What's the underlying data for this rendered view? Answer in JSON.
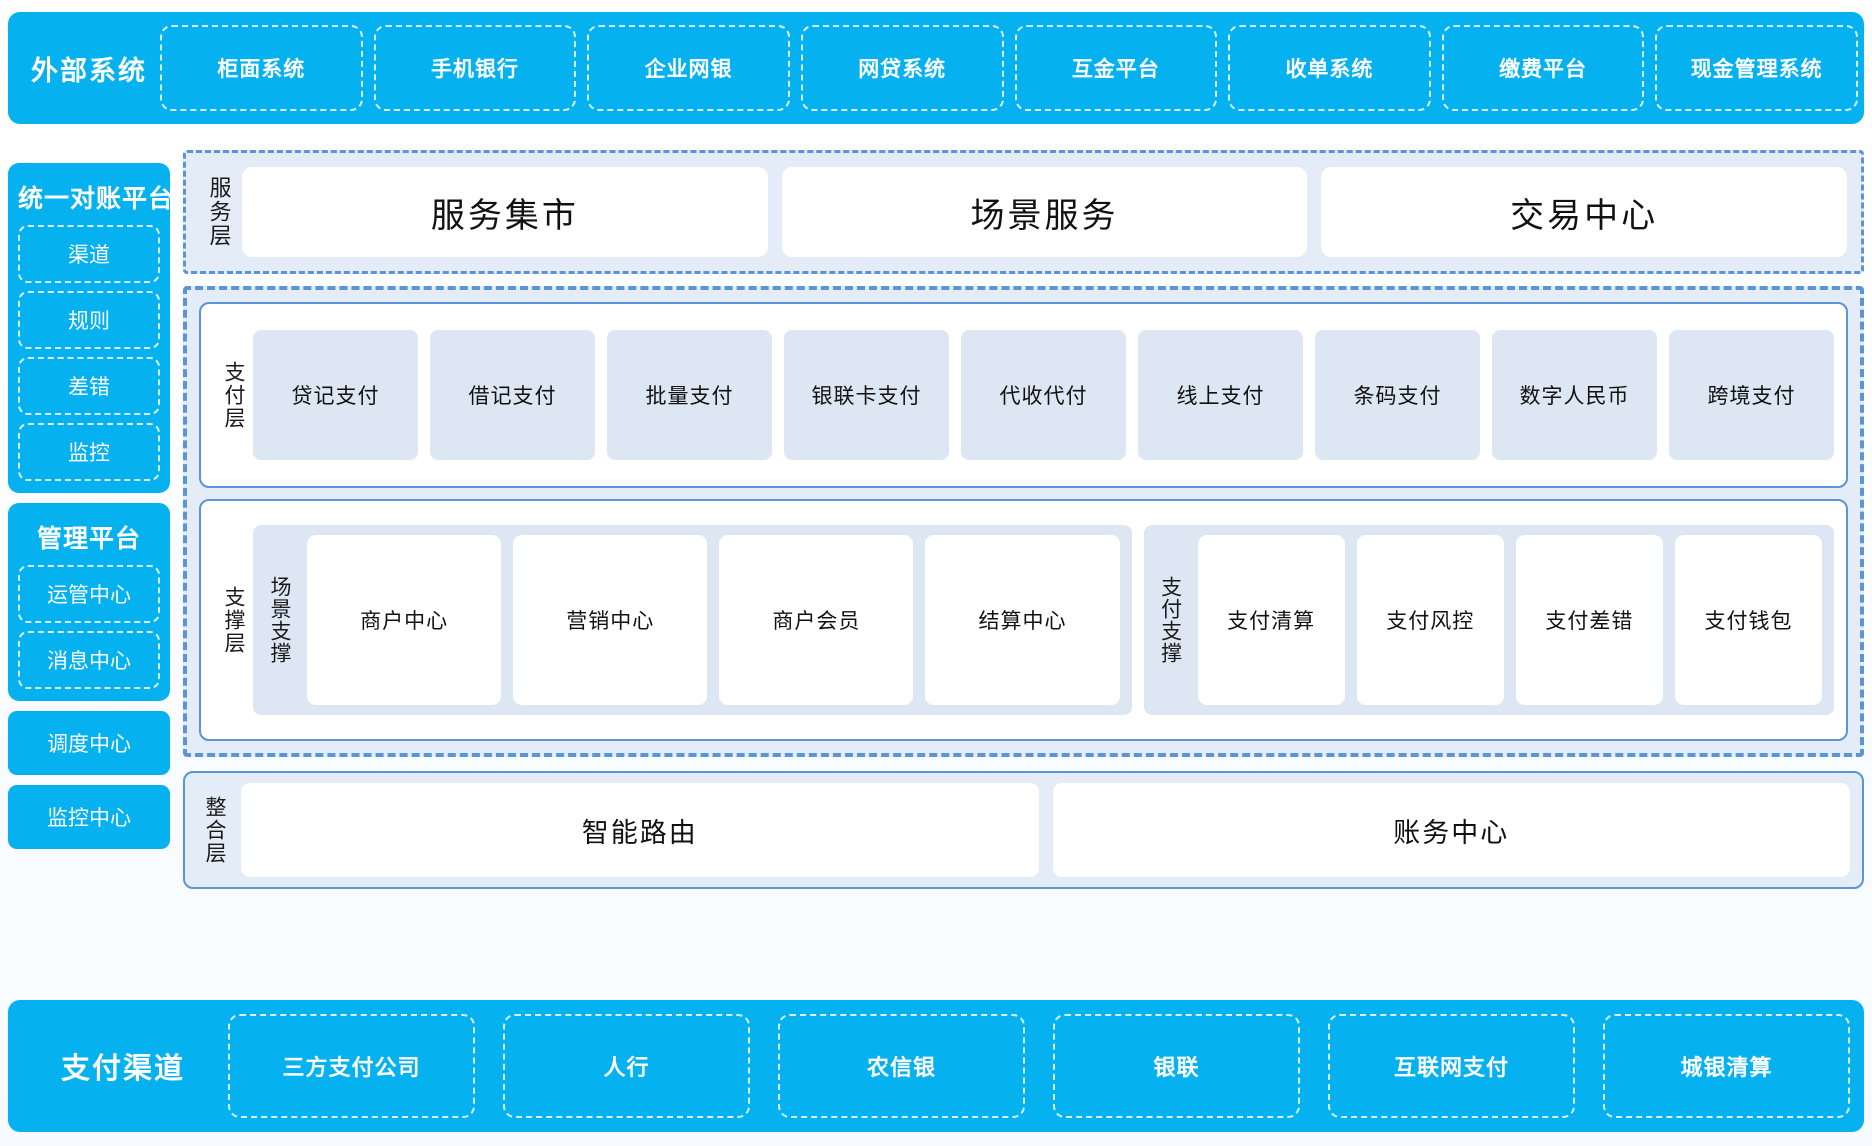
{
  "external": {
    "title": "外部系统",
    "items": [
      "柜面系统",
      "手机银行",
      "企业网银",
      "网贷系统",
      "互金平台",
      "收单系统",
      "缴费平台",
      "现金管理系统"
    ]
  },
  "left_column": {
    "reconciliation": {
      "title": "统一对账平台",
      "items": [
        "渠道",
        "规则",
        "差错",
        "监控"
      ]
    },
    "management": {
      "title": "管理平台",
      "items": [
        "运管中心",
        "消息中心"
      ]
    },
    "standalone": [
      "调度中心",
      "监控中心"
    ]
  },
  "service_layer": {
    "label": "服务层",
    "items": [
      "服务集市",
      "场景服务",
      "交易中心"
    ]
  },
  "payment_layer": {
    "label": "支付层",
    "items": [
      "贷记支付",
      "借记支付",
      "批量支付",
      "银联卡支付",
      "代收代付",
      "线上支付",
      "条码支付",
      "数字人民币",
      "跨境支付"
    ]
  },
  "support_layer": {
    "label": "支撑层",
    "groups": [
      {
        "label": "场景支撑",
        "items": [
          "商户中心",
          "营销中心",
          "商户会员",
          "结算中心"
        ]
      },
      {
        "label": "支付支撑",
        "items": [
          "支付清算",
          "支付风控",
          "支付差错",
          "支付钱包"
        ]
      }
    ]
  },
  "integration_layer": {
    "label": "整合层",
    "items": [
      "智能路由",
      "账务中心"
    ]
  },
  "channels": {
    "title": "支付渠道",
    "items": [
      "三方支付公司",
      "人行",
      "农信银",
      "银联",
      "互联网支付",
      "城银清算"
    ]
  },
  "colors": {
    "brand_blue": "#06b1ef",
    "panel_blue": "#e3ecf7",
    "card_blue": "#dde7f4",
    "border_blue": "#5b95d6"
  }
}
